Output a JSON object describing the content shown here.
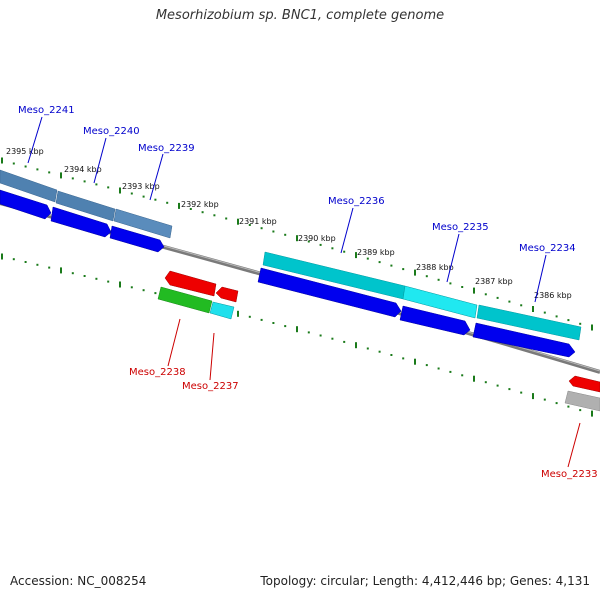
{
  "title": "Mesorhizobium sp. BNC1, complete genome",
  "accession": "Accession: NC_008254",
  "topology": "Topology: circular; Length: 4,412,446 bp; Genes: 4,131",
  "colors": {
    "backbone": "#808080",
    "tick": "#1a7a1a",
    "label_forward": "#0000cc",
    "label_reverse": "#cc0000",
    "cds_blue": "#0000ee",
    "gene_steel": "#4f81b0",
    "gene_cyan": "#00c8d0",
    "gene_red": "#ee0000",
    "gene_green": "#22bb22",
    "gene_gray": "#b0b0b0"
  },
  "scale": {
    "ticks": [
      {
        "label": "2395 kbp"
      },
      {
        "label": "2394 kbp"
      },
      {
        "label": "2393 kbp"
      },
      {
        "label": "2392 kbp"
      },
      {
        "label": "2391 kbp"
      },
      {
        "label": "2390 kbp"
      },
      {
        "label": "2389 kbp"
      },
      {
        "label": "2388 kbp"
      },
      {
        "label": "2387 kbp"
      },
      {
        "label": "2386 kbp"
      }
    ]
  },
  "labels": [
    {
      "name": "Meso_2241",
      "strand": "forward"
    },
    {
      "name": "Meso_2240",
      "strand": "forward"
    },
    {
      "name": "Meso_2239",
      "strand": "forward"
    },
    {
      "name": "Meso_2236",
      "strand": "forward"
    },
    {
      "name": "Meso_2235",
      "strand": "forward"
    },
    {
      "name": "Meso_2234",
      "strand": "forward"
    },
    {
      "name": "Meso_2238",
      "strand": "reverse"
    },
    {
      "name": "Meso_2237",
      "strand": "reverse"
    },
    {
      "name": "Meso_2233",
      "strand": "reverse"
    }
  ]
}
